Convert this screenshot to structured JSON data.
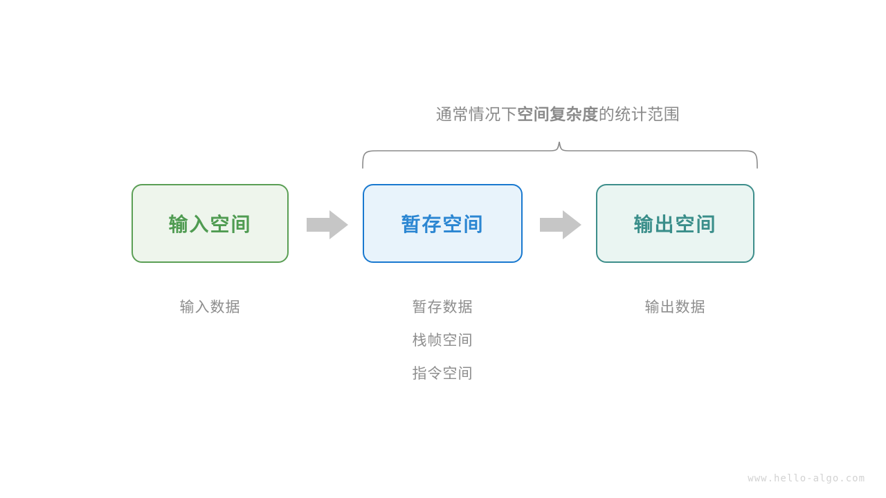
{
  "diagram": {
    "scope_caption": {
      "prefix": "通常情况下",
      "emphasis": "空间复杂度",
      "suffix": "的统计范围"
    },
    "boxes": [
      {
        "id": "input-space",
        "label": "输入空间",
        "border_color": "#5a9e54",
        "fill_color": "#eef5ec",
        "text_color": "#4f9b51"
      },
      {
        "id": "temp-space",
        "label": "暂存空间",
        "border_color": "#1878cf",
        "fill_color": "#e8f3fb",
        "text_color": "#2b86d2"
      },
      {
        "id": "output-space",
        "label": "输出空间",
        "border_color": "#3c8d8a",
        "fill_color": "#eaf5f2",
        "text_color": "#3a8e8a"
      }
    ],
    "arrows": [
      {
        "id": "arrow-input-to-temp",
        "color": "#c6c6c6"
      },
      {
        "id": "arrow-temp-to-output",
        "color": "#c6c6c6"
      }
    ],
    "columns": [
      {
        "id": "input-items",
        "items": [
          "输入数据"
        ]
      },
      {
        "id": "temp-items",
        "items": [
          "暂存数据",
          "栈帧空间",
          "指令空间"
        ]
      },
      {
        "id": "output-items",
        "items": [
          "输出数据"
        ]
      }
    ],
    "brace": {
      "color": "#8a8a8a",
      "label": "scope-brace"
    },
    "watermark": "www.hello-algo.com"
  }
}
